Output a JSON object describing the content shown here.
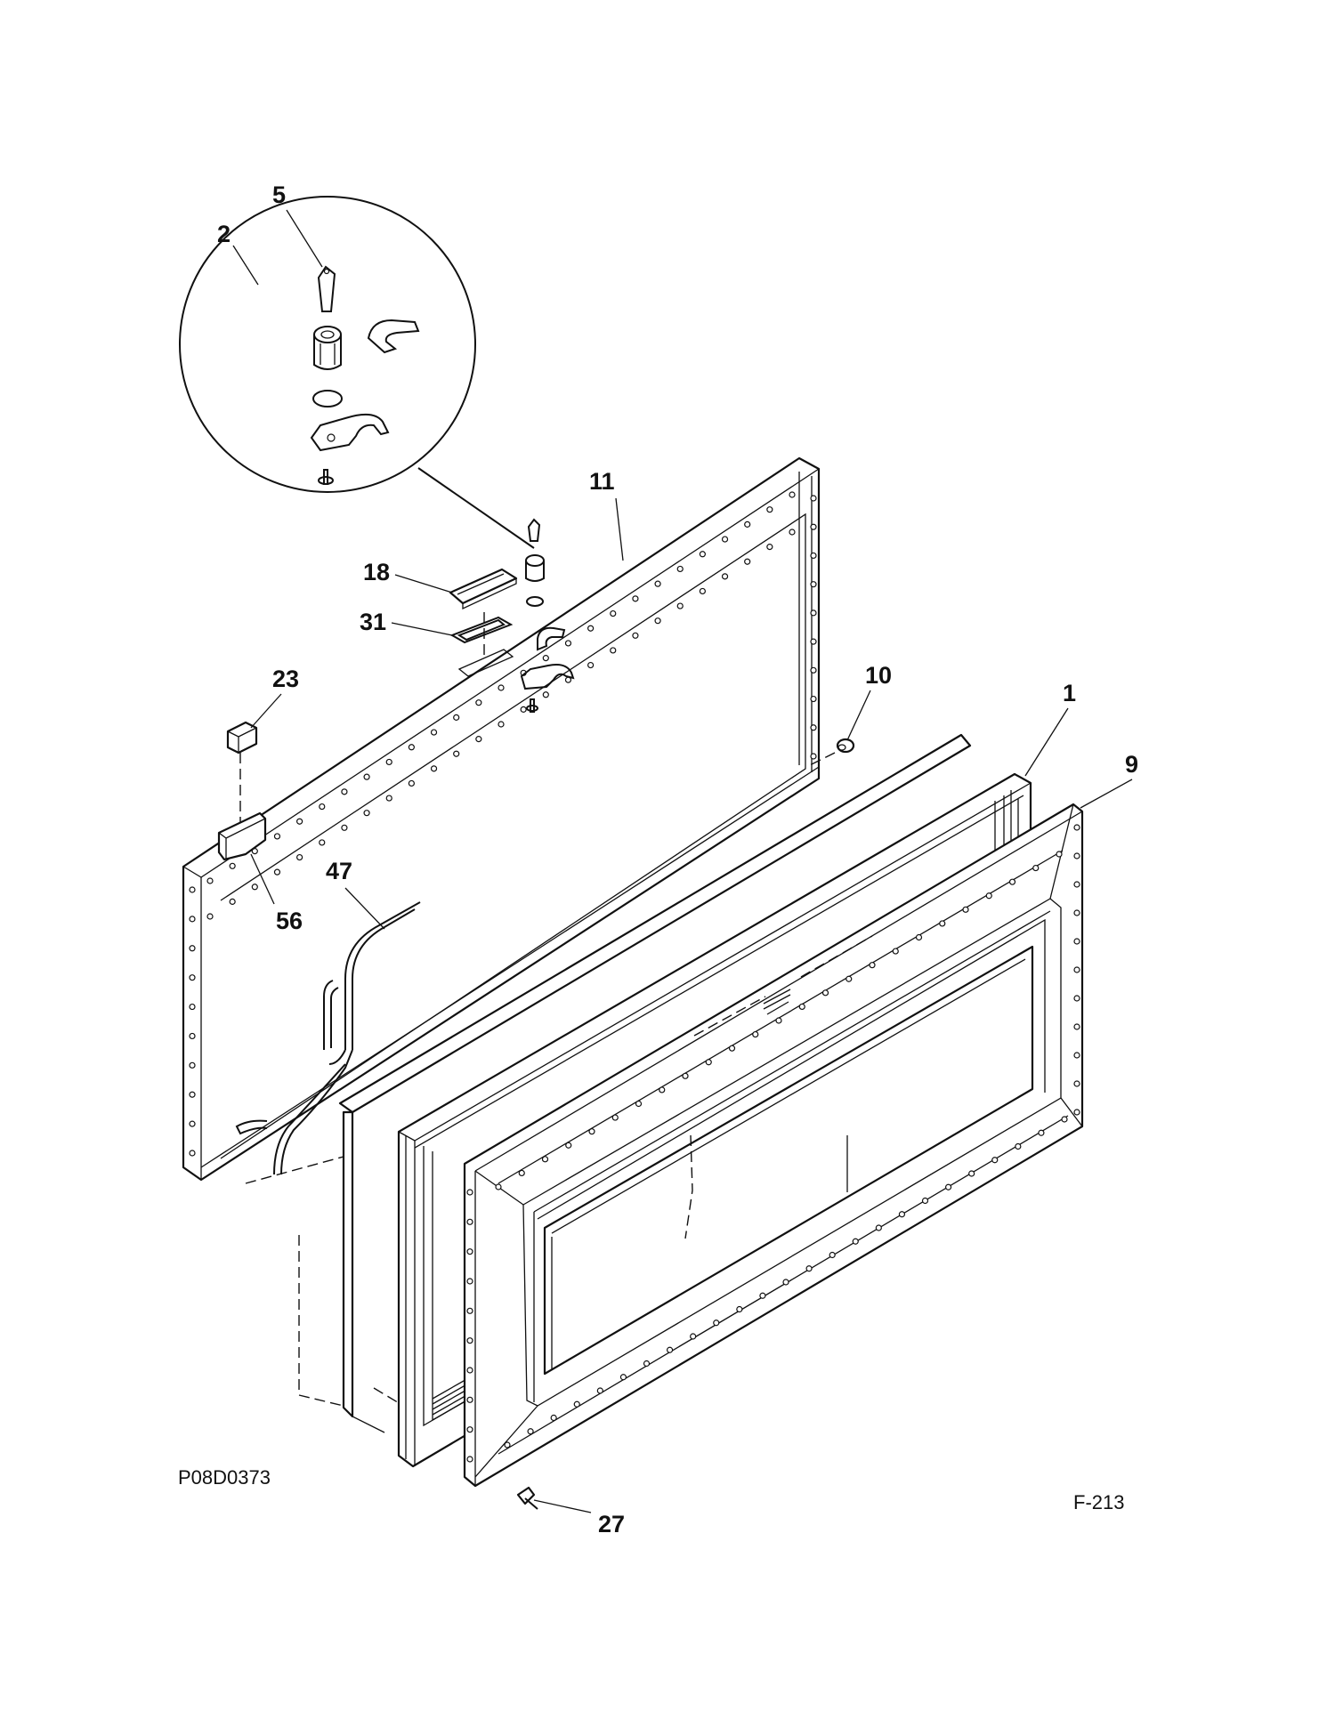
{
  "callouts": {
    "c5": "5",
    "c2": "2",
    "c11": "11",
    "c18": "18",
    "c31": "31",
    "c23": "23",
    "c10": "10",
    "c1": "1",
    "c9": "9",
    "c47": "47",
    "c56": "56",
    "c27": "27"
  },
  "codes": {
    "drawing_number": "P08D0373",
    "figure_number": "F-213"
  }
}
